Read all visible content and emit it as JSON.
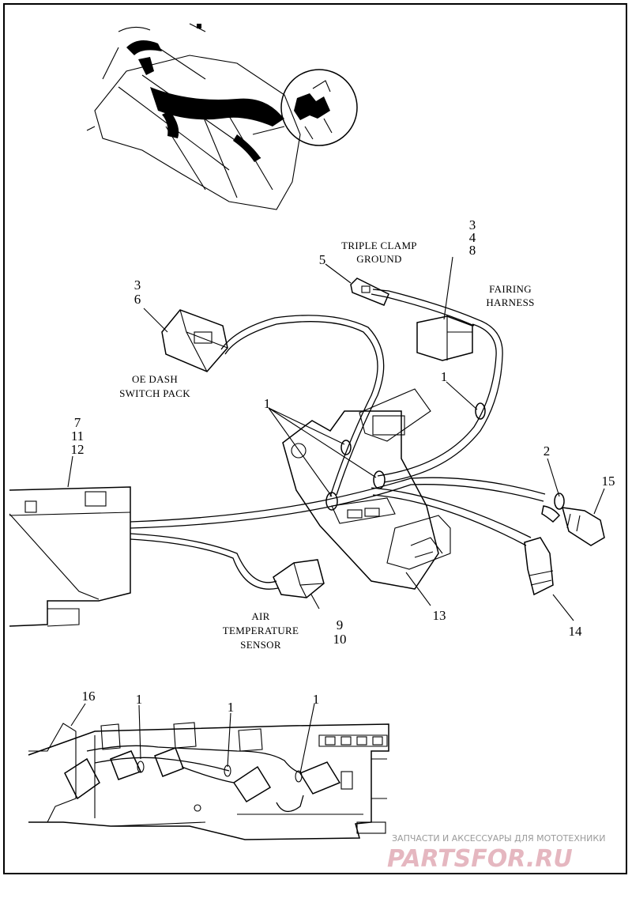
{
  "labels": {
    "triple_clamp_l1": "TRIPLE CLAMP",
    "triple_clamp_l2": "GROUND",
    "fairing_l1": "FAIRING",
    "fairing_l2": "HARNESS",
    "oe_dash_l1": "OE DASH",
    "oe_dash_l2": "SWITCH PACK",
    "air_temp_l1": "AIR",
    "air_temp_l2": "TEMPERATURE",
    "air_temp_l3": "SENSOR"
  },
  "callouts": {
    "c3a": "3",
    "c4": "4",
    "c8": "8",
    "c5": "5",
    "c3b": "3",
    "c6": "6",
    "c1_top": "1",
    "c1_mid": "1",
    "c7": "7",
    "c11": "11",
    "c12": "12",
    "c2": "2",
    "c15": "15",
    "c13": "13",
    "c14": "14",
    "c9": "9",
    "c10": "10",
    "c16": "16",
    "c1_bl": "1",
    "c1_bm": "1",
    "c1_br": "1"
  },
  "watermark": {
    "small": "ЗАПЧАСТИ И АКСЕССУАРЫ ДЛЯ МОТОТЕХНИКИ",
    "big": "PARTSFOR.RU"
  },
  "colors": {
    "line": "#000000",
    "watermark_text": "#9a9a9a",
    "watermark_logo": "#e5b7c0"
  }
}
